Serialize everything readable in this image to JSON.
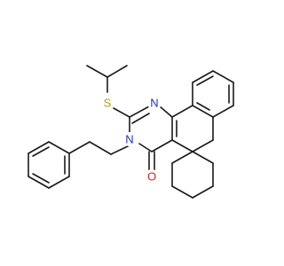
{
  "molecule": {
    "atom_labels": {
      "sulfur": "S",
      "nitrogen_top": "N",
      "nitrogen_ring": "N",
      "oxygen": "O"
    },
    "colors": {
      "bond": "#1a1a1a",
      "sulfur": "#b8a000",
      "nitrogen": "#2030d0",
      "oxygen": "#e02020"
    }
  }
}
